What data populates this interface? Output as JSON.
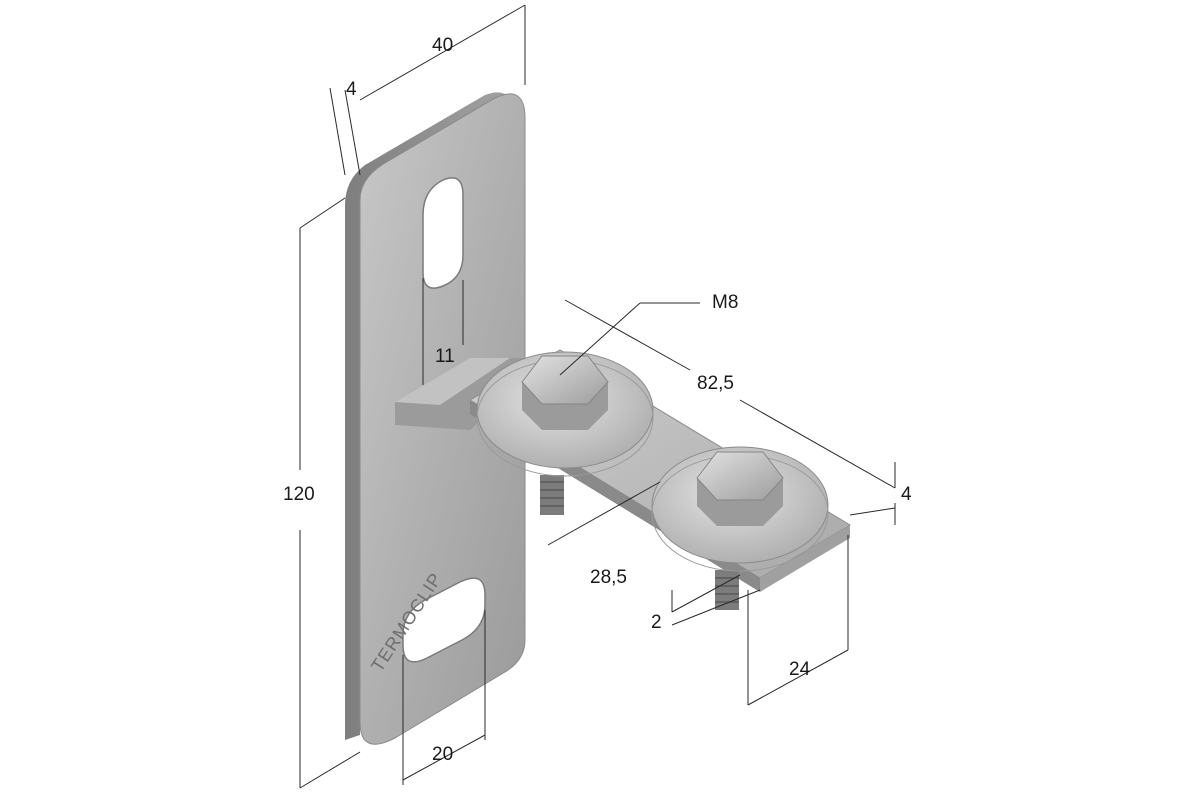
{
  "dimensions": {
    "plate_width": "40",
    "plate_thickness": "4",
    "plate_height": "120",
    "slot_width_upper": "11",
    "slot_width_lower": "20",
    "bolt_thread": "M8",
    "bracket_length": "82,5",
    "bolt_spacing": "28,5",
    "bracket_thickness": "4",
    "bracket_lip": "2",
    "bracket_width": "24"
  },
  "brand_mark": "TERMOCLIP",
  "colors": {
    "background": "#ffffff",
    "metal_light": "#d9d9d9",
    "metal_mid": "#b4b4b4",
    "metal_dark": "#8c8c8c",
    "dimension_line": "#2a2a2a"
  }
}
